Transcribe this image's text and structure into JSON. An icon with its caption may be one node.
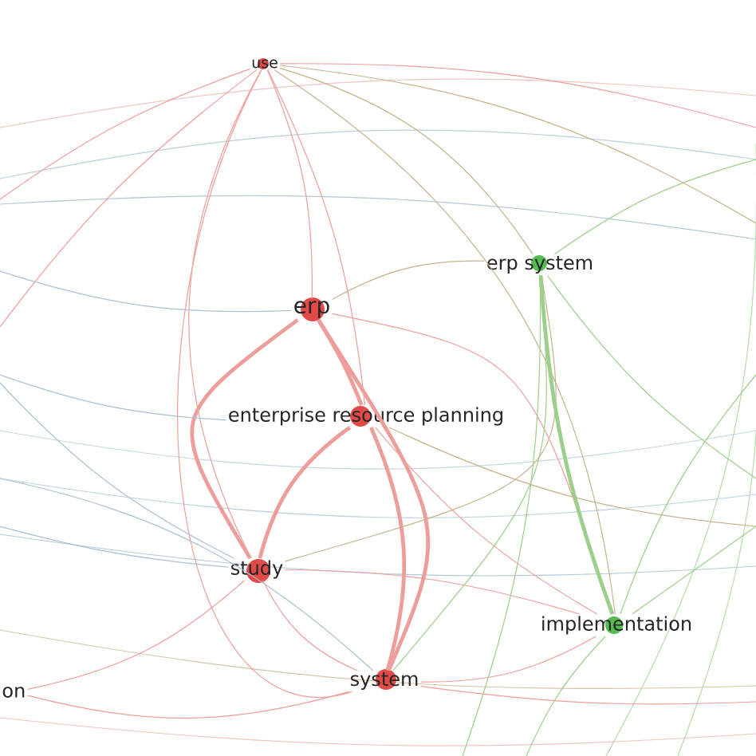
{
  "diagram": {
    "nodes": [
      {
        "text": [
          "use"
        ]
      },
      {
        "text": [
          "erp system"
        ]
      },
      {
        "text": [
          "erp"
        ]
      },
      {
        "text": [
          "enterprise resource planning"
        ]
      },
      {
        "text": [
          "study"
        ]
      },
      {
        "text": [
          "implementation"
        ]
      },
      {
        "text": [
          "system"
        ]
      },
      {
        "text": [
          "on"
        ]
      }
    ],
    "edges": [
      {
        "from": 0,
        "to": 2,
        "arrow": "none"
      },
      {
        "from": 0,
        "to": 4,
        "arrow": "none"
      },
      {
        "from": 0,
        "to": 6,
        "arrow": "none"
      },
      {
        "from": 0,
        "to": 3,
        "arrow": "none"
      },
      {
        "from": 0,
        "to": 1,
        "arrow": "none",
        "color": "#c7b38b"
      },
      {
        "from": 0,
        "to": 5,
        "arrow": "none",
        "color": "#c7b38b"
      },
      {
        "from": 2,
        "to": 4,
        "arrow": "none",
        "style": "thick"
      },
      {
        "from": 2,
        "to": 6,
        "arrow": "none",
        "style": "thick"
      },
      {
        "from": 2,
        "to": 3,
        "arrow": "none",
        "style": "thick"
      },
      {
        "from": 2,
        "to": 1,
        "arrow": "none",
        "color": "#c7b38b"
      },
      {
        "from": 2,
        "to": 5,
        "arrow": "none"
      },
      {
        "from": 3,
        "to": 4,
        "arrow": "none",
        "style": "thick"
      },
      {
        "from": 3,
        "to": 6,
        "arrow": "none",
        "style": "thick"
      },
      {
        "from": 3,
        "to": 5,
        "arrow": "none"
      },
      {
        "from": 4,
        "to": 6,
        "arrow": "none"
      },
      {
        "from": 4,
        "to": 5,
        "arrow": "none"
      },
      {
        "from": 4,
        "to": 1,
        "arrow": "none",
        "color": "#c7b38b"
      },
      {
        "from": 6,
        "to": 5,
        "arrow": "none"
      },
      {
        "from": 1,
        "to": 6,
        "arrow": "none",
        "color": "#9ccf8a"
      },
      {
        "from": 1,
        "to": 5,
        "arrow": "none",
        "style": "thick",
        "color": "#9ccf8a"
      },
      {
        "from": 7,
        "to": 4,
        "arrow": "none"
      },
      {
        "from": 7,
        "to": 6,
        "arrow": "none"
      },
      {
        "from": 0,
        "to": null,
        "arrow": "none"
      },
      {
        "from": 0,
        "to": null,
        "arrow": "none"
      },
      {
        "from": 0,
        "to": null,
        "arrow": "none",
        "color": "#c7b38b"
      },
      {
        "from": 0,
        "to": null,
        "arrow": "none"
      },
      {
        "from": 1,
        "to": null,
        "arrow": "none",
        "color": "#9ccf8a"
      },
      {
        "from": 1,
        "to": null,
        "arrow": "none",
        "color": "#9ccf8a"
      },
      {
        "from": 1,
        "to": null,
        "arrow": "none",
        "color": "#9ccf8a"
      },
      {
        "from": 5,
        "to": null,
        "arrow": "none",
        "color": "#9ccf8a"
      },
      {
        "from": 5,
        "to": null,
        "arrow": "none",
        "color": "#9ccf8a"
      },
      {
        "from": 5,
        "to": null,
        "arrow": "none",
        "color": "#9ccf8a"
      },
      {
        "from": 4,
        "to": null,
        "arrow": "none",
        "color": "#a8c0d4"
      },
      {
        "from": 4,
        "to": null,
        "arrow": "none",
        "color": "#a8c0d4"
      },
      {
        "from": 3,
        "to": null,
        "arrow": "none",
        "color": "#a8c0d4"
      },
      {
        "from": 6,
        "to": null,
        "arrow": "none",
        "color": "#a8c0d4"
      },
      {
        "from": 2,
        "to": null,
        "arrow": "none",
        "color": "#a8c0d4"
      },
      {
        "from": 6,
        "to": null,
        "arrow": "none"
      },
      {
        "from": 3,
        "to": null,
        "arrow": "none",
        "color": "#c7b38b"
      }
    ]
  }
}
